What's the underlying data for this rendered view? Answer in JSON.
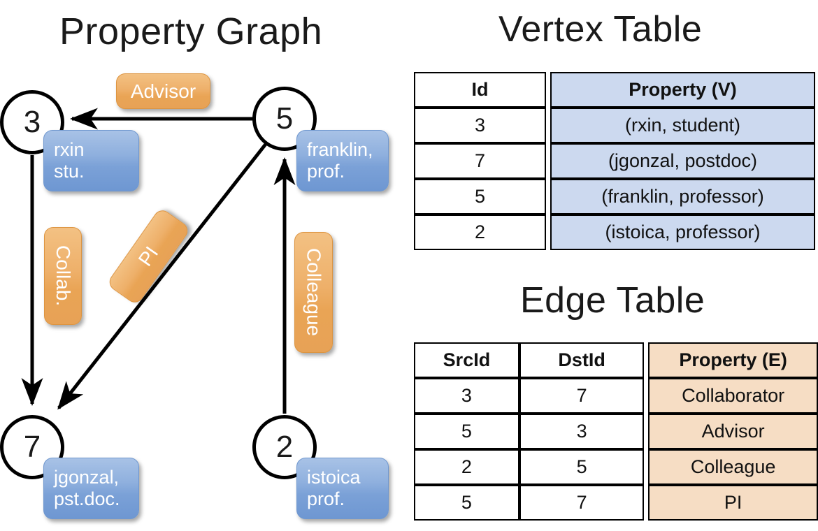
{
  "titles": {
    "property_graph": "Property Graph",
    "vertex_table": "Vertex Table",
    "edge_table": "Edge Table"
  },
  "graph": {
    "nodes": [
      {
        "id": "3",
        "label": "3",
        "property_line1": "rxin",
        "property_line2": "stu."
      },
      {
        "id": "5",
        "label": "5",
        "property_line1": "franklin,",
        "property_line2": "prof."
      },
      {
        "id": "7",
        "label": "7",
        "property_line1": "jgonzal,",
        "property_line2": "pst.doc."
      },
      {
        "id": "2",
        "label": "2",
        "property_line1": "istoica",
        "property_line2": "prof."
      }
    ],
    "edge_labels": [
      {
        "name": "advisor",
        "text": "Advisor"
      },
      {
        "name": "collab",
        "text": "Collab."
      },
      {
        "name": "pi",
        "text": "PI"
      },
      {
        "name": "colleague",
        "text": "Colleague"
      }
    ]
  },
  "vertex_table": {
    "headers": [
      "Id",
      "Property (V)"
    ],
    "rows": [
      [
        "3",
        "(rxin, student)"
      ],
      [
        "7",
        "(jgonzal, postdoc)"
      ],
      [
        "5",
        "(franklin, professor)"
      ],
      [
        "2",
        "(istoica, professor)"
      ]
    ]
  },
  "edge_table": {
    "headers": [
      "SrcId",
      "DstId",
      "Property (E)"
    ],
    "rows": [
      [
        "3",
        "7",
        "Collaborator"
      ],
      [
        "5",
        "3",
        "Advisor"
      ],
      [
        "2",
        "5",
        "Colleague"
      ],
      [
        "5",
        "7",
        "PI"
      ]
    ]
  },
  "colors": {
    "vertex_property_fill": "#ccd9ef",
    "edge_property_fill": "#f6ddc4",
    "node_box_blue": "#7ba1d7",
    "edge_label_orange": "#eeb06a",
    "stroke": "#000000"
  }
}
